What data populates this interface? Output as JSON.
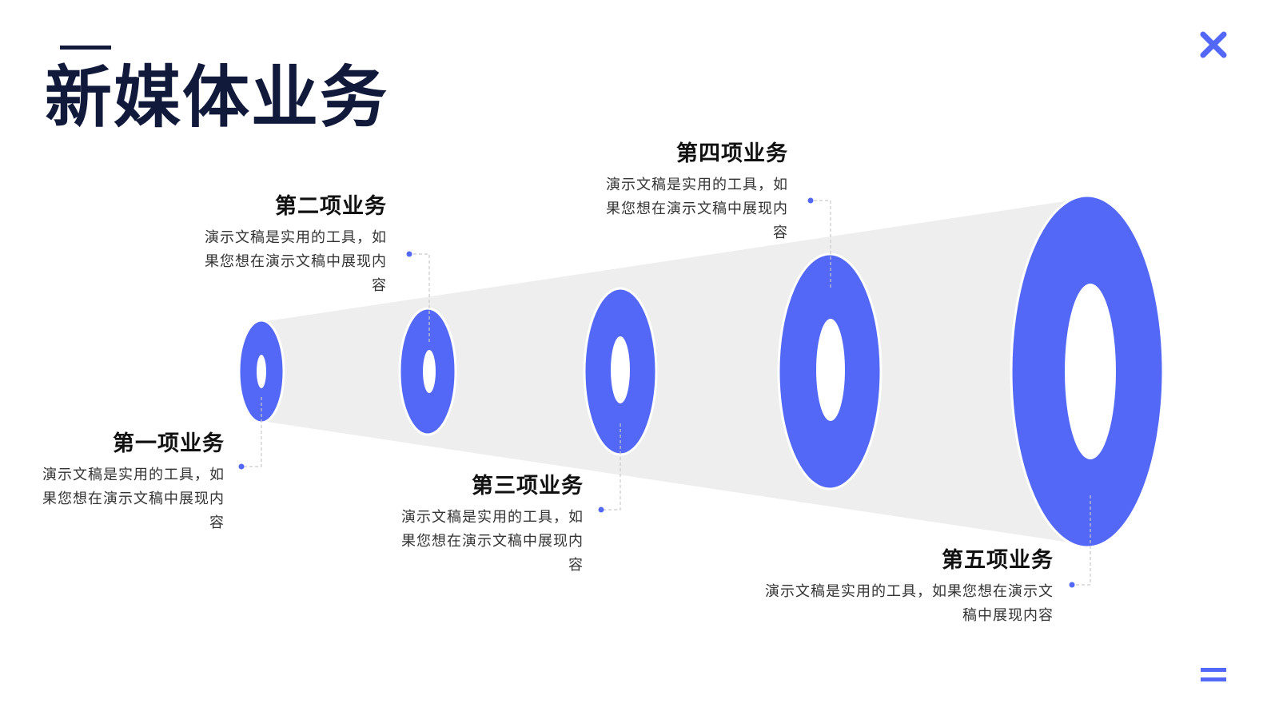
{
  "page": {
    "title": "新媒体业务"
  },
  "colors": {
    "accent": "#5468f7",
    "title": "#111a3b",
    "funnel": "#eeeeee",
    "connector": "#c9c9c9"
  },
  "icons": {
    "close": "close-icon",
    "menu": "menu-icon"
  },
  "items": [
    {
      "title": "第一项业务",
      "desc": "演示文稿是实用的工具，如果您想在演示文稿中展现内容"
    },
    {
      "title": "第二项业务",
      "desc": "演示文稿是实用的工具，如果您想在演示文稿中展现内容"
    },
    {
      "title": "第三项业务",
      "desc": "演示文稿是实用的工具，如果您想在演示文稿中展现内容"
    },
    {
      "title": "第四项业务",
      "desc": "演示文稿是实用的工具，如果您想在演示文稿中展现内容"
    },
    {
      "title": "第五项业务",
      "desc": "演示文稿是实用的工具，如果您想在演示文稿中展现内容"
    }
  ]
}
